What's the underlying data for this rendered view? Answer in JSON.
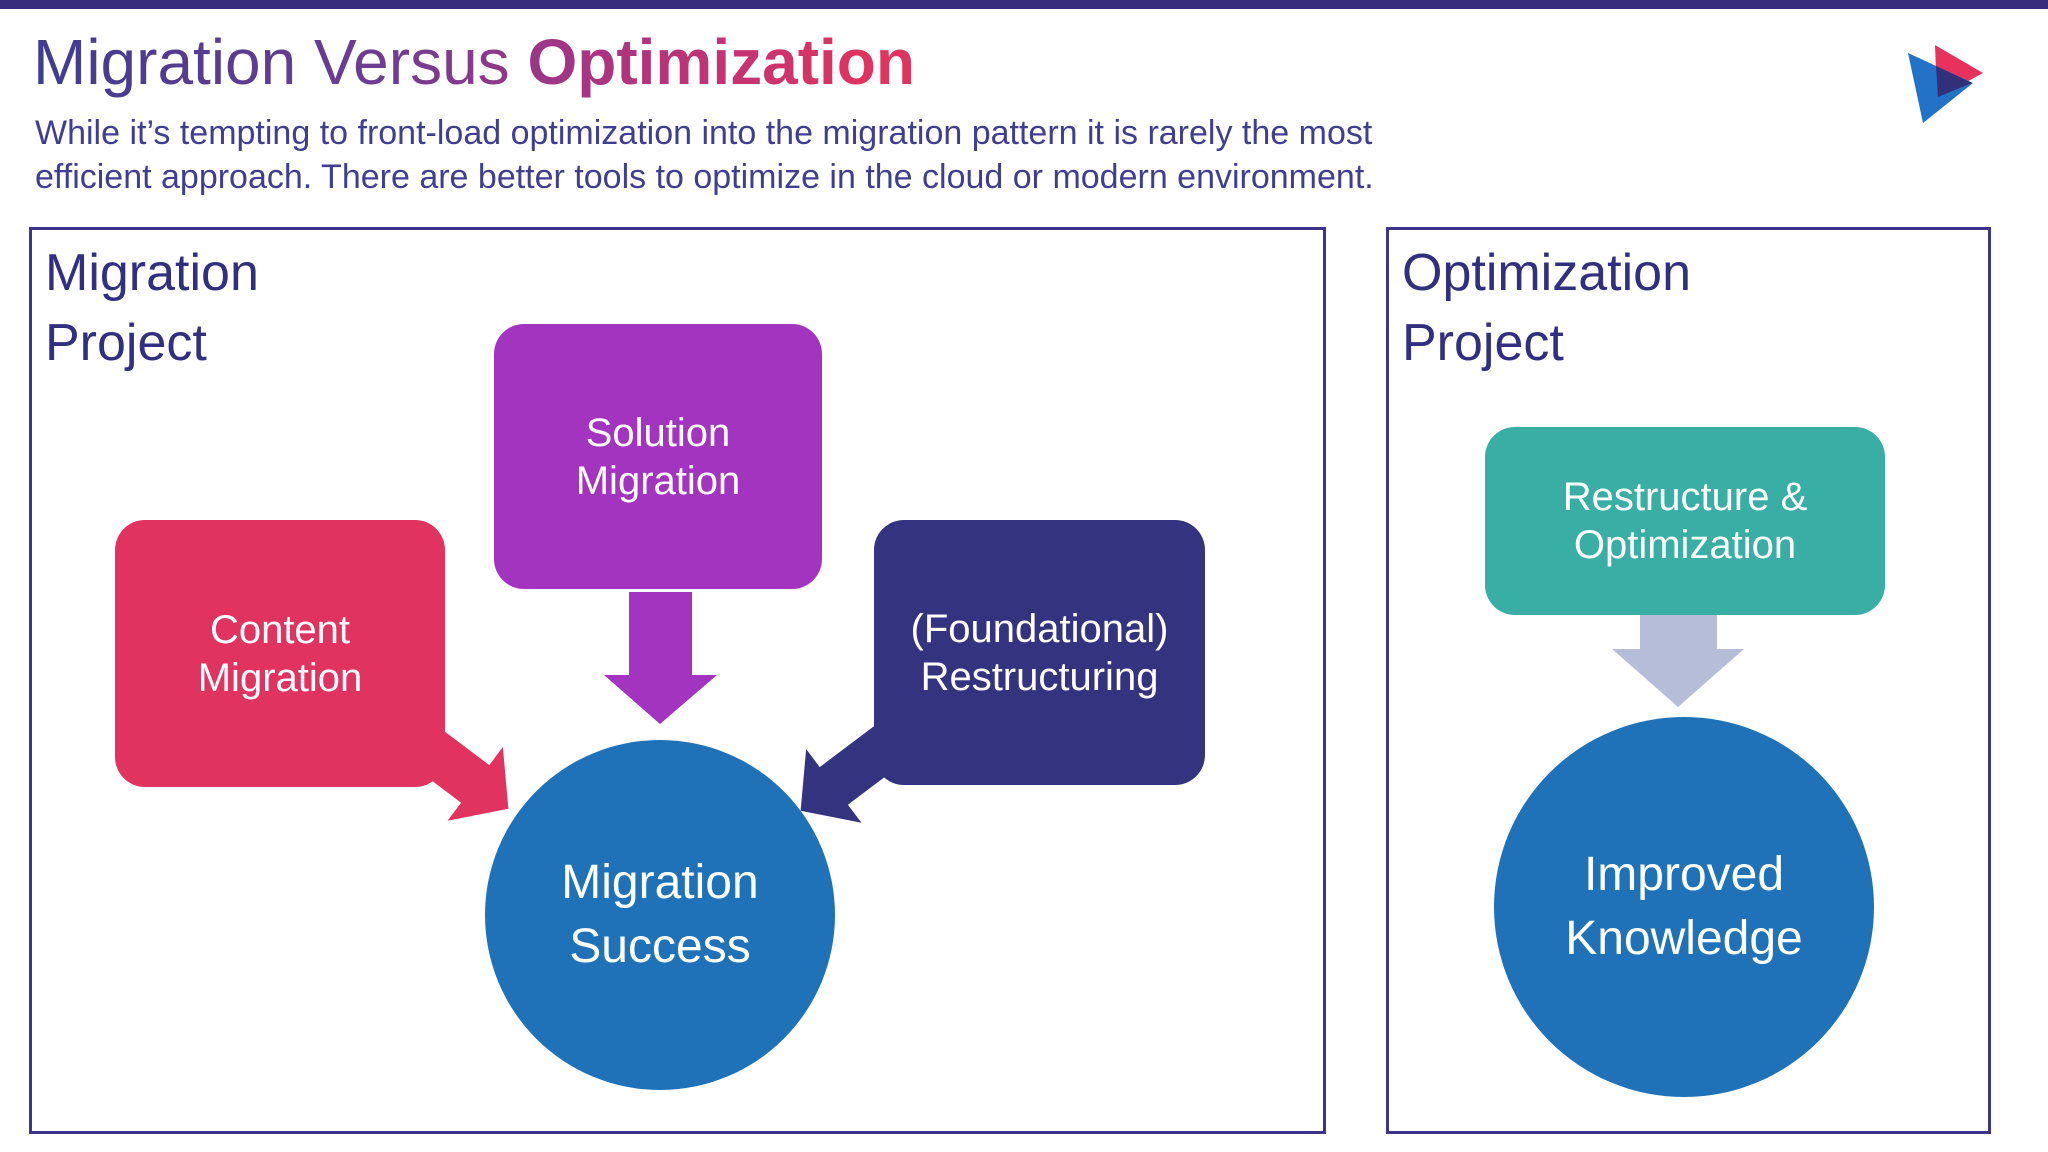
{
  "slide": {
    "title": {
      "light": "Migration Versus",
      "bold": "Optimization"
    },
    "subtitle": {
      "line1": "While it’s tempting to front-load optimization into the migration pattern it is rarely the most",
      "line2": "efficient approach. There are better tools to optimize in the cloud or modern environment."
    },
    "accent_bar_color": "#382C7C",
    "title_gradient_start": "#3F3C8F",
    "title_gradient_end": "#DF345F",
    "logo": {
      "name": "two-overlapping-play-triangles",
      "blue": "#2272C8",
      "pink": "#E8325E",
      "overlap": "#323078"
    }
  },
  "left_panel": {
    "heading": "Migration\nProject",
    "nodes": {
      "content_migration": {
        "label": "Content\nMigration",
        "color": "#E0335F"
      },
      "solution_migration": {
        "label": "Solution\nMigration",
        "color": "#A334BF"
      },
      "foundational_restructuring": {
        "label": "(Foundational)\nRestructuring",
        "color": "#333380"
      },
      "migration_success": {
        "label": "Migration\nSuccess",
        "color": "#1F71B8",
        "shape": "circle"
      }
    }
  },
  "right_panel": {
    "heading": "Optimization\nProject",
    "nodes": {
      "restructure_optimization": {
        "label": "Restructure &\nOptimization",
        "color": "#38AEA4"
      },
      "improved_knowledge": {
        "label": "Improved\nKnowledge",
        "color": "#1F71B8",
        "shape": "circle"
      }
    },
    "arrow_color": "#B5BDD9",
    "border_color": "#3C3589"
  }
}
